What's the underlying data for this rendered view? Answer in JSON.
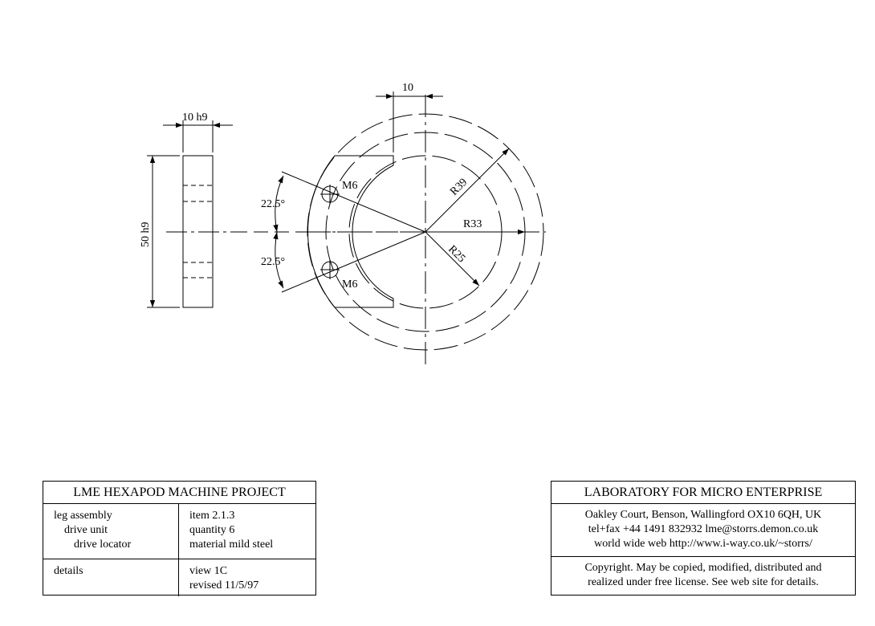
{
  "drawing": {
    "dims": {
      "top_width": "10",
      "side_width": "10 h9",
      "height": "50 h9",
      "angle_upper": "22.5°",
      "angle_lower": "22.5°",
      "hole_upper": "M6",
      "hole_lower": "M6",
      "radius_outer": "R39",
      "radius_middle": "R33",
      "radius_inner": "R25"
    },
    "colors": {
      "line": "#000000",
      "background": "#ffffff"
    }
  },
  "title_block": {
    "project": "LME HEXAPOD MACHINE  PROJECT",
    "part_lines": [
      "leg assembly",
      "drive unit",
      "drive locator"
    ],
    "item": "item 2.1.3",
    "quantity": "quantity 6",
    "material": "material mild steel",
    "details_label": "details",
    "view": "view 1C",
    "revised": "revised 11/5/97"
  },
  "lab_block": {
    "name": "LABORATORY FOR MICRO ENTERPRISE",
    "address": "Oakley Court, Benson, Wallingford OX10 6QH, UK",
    "contact": "tel+fax +44 1491 832932  lme@storrs.demon.co.uk",
    "web": "world wide web  http://www.i-way.co.uk/~storrs/",
    "copyright_1": "Copyright. May be copied, modified, distributed and",
    "copyright_2": "realized under free license. See web site for details."
  }
}
